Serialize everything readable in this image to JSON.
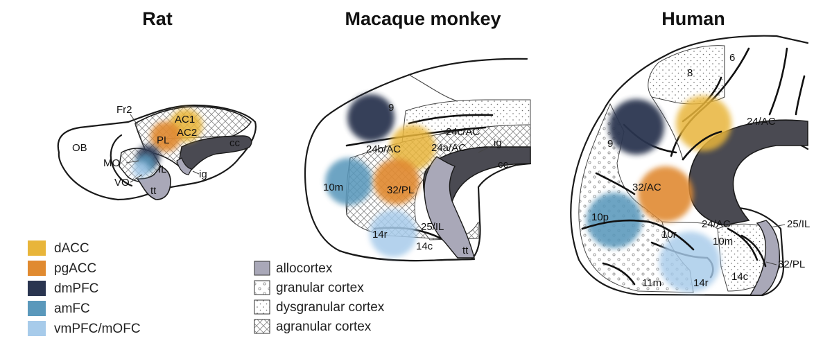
{
  "panels": {
    "rat": {
      "title": "Rat",
      "labels": {
        "fr2": "Fr2",
        "ac1": "AC1",
        "ac2": "AC2",
        "pl": "PL",
        "ob": "OB",
        "mo": "MO",
        "il": "IL",
        "vo": "VO",
        "tt": "tt",
        "ig": "ig",
        "cc": "cc"
      }
    },
    "macaque": {
      "title": "Macaque monkey",
      "labels": {
        "a9": "9",
        "a24cac": "24c/AC",
        "a24bac": "24b/AC",
        "a24aac": "24a/AC",
        "ig": "ig",
        "cc": "cc",
        "a10m": "10m",
        "a32pl": "32/PL",
        "a14r": "14r",
        "a25il": "25/IL",
        "a14c": "14c",
        "tt": "tt"
      }
    },
    "human": {
      "title": "Human",
      "labels": {
        "a6": "6",
        "a8": "8",
        "a9": "9",
        "a24ac_top": "24/AC",
        "a32ac": "32/AC",
        "a10p": "10p",
        "a10r": "10r",
        "a24ac_low": "24/AC",
        "a10m": "10m",
        "a25il": "25/IL",
        "a32pl": "32/PL",
        "a11m": "11m",
        "a14r": "14r",
        "a14c": "14c"
      }
    }
  },
  "legend_regions": [
    {
      "label": "dACC",
      "color": "#e8b53a"
    },
    {
      "label": "pgACC",
      "color": "#e08a30"
    },
    {
      "label": "dmPFC",
      "color": "#2a3550"
    },
    {
      "label": "amFC",
      "color": "#5a98bb"
    },
    {
      "label": "vmPFC/mOFC",
      "color": "#a7cbea"
    }
  ],
  "legend_cortex": [
    {
      "label": "allocortex",
      "pattern": "allocortex"
    },
    {
      "label": "granular cortex",
      "pattern": "granular"
    },
    {
      "label": "dysgranular cortex",
      "pattern": "dysgranular"
    },
    {
      "label": "agranular cortex",
      "pattern": "agranular"
    }
  ],
  "colors": {
    "dACC": "#e8b53a",
    "pgACC": "#e08a30",
    "dmPFC": "#2a3550",
    "amFC": "#5a98bb",
    "vmPFC_mOFC": "#a7cbea",
    "allocortex": "#a9a8b8",
    "corpus_callosum": "#4a4a52"
  }
}
